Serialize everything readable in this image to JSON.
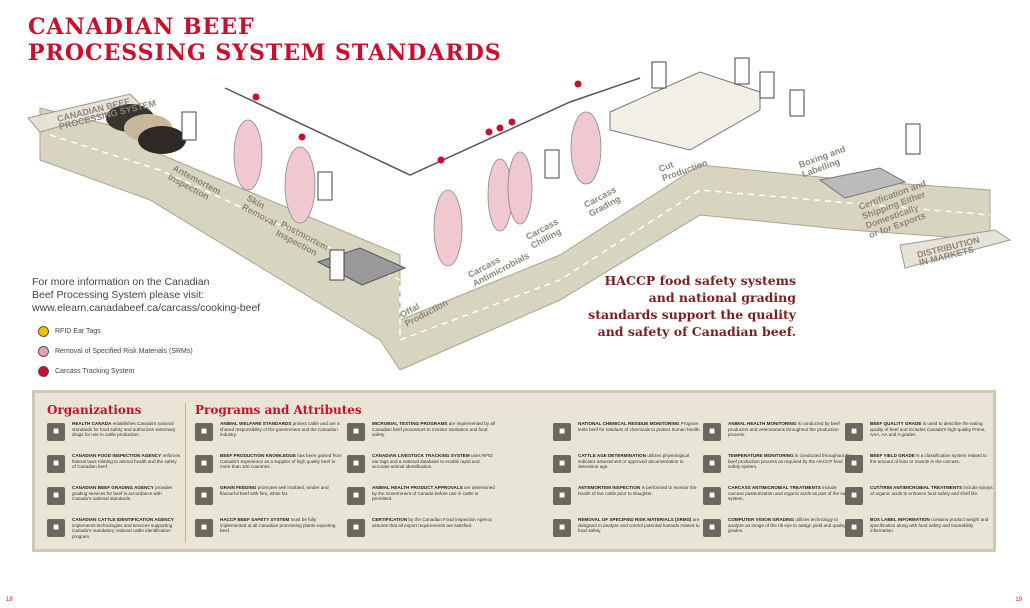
{
  "title": {
    "line1": "CANADIAN BEEF",
    "line2": "PROCESSING SYSTEM STANDARDS"
  },
  "colors": {
    "accent": "#c8102e",
    "road": "#d7d4c0",
    "panel": "#e8e4d6",
    "dark": "#6b675d"
  },
  "flow": {
    "start": [
      "CANADIAN BEEF",
      "PROCESSING SYSTEM"
    ],
    "end": [
      "DISTRIBUTION",
      "IN MARKETS"
    ],
    "steps": [
      {
        "lines": [
          "Antemortem",
          "Inspection"
        ]
      },
      {
        "lines": [
          "Skin",
          "Removal"
        ]
      },
      {
        "lines": [
          "Postmortem",
          "Inspection"
        ]
      },
      {
        "lines": [
          "Offal",
          "Production"
        ]
      },
      {
        "lines": [
          "Carcass",
          "Antimicrobials"
        ]
      },
      {
        "lines": [
          "Carcass",
          "Chilling"
        ]
      },
      {
        "lines": [
          "Carcass",
          "Grading"
        ]
      },
      {
        "lines": [
          "Cut",
          "Production"
        ]
      },
      {
        "lines": [
          "Boxing and",
          "Labelling"
        ]
      },
      {
        "lines": [
          "Certification and",
          "Shipping Either",
          "Domestically",
          "or for Exports"
        ]
      }
    ]
  },
  "info": {
    "line1": "For more information on the Canadian",
    "line2": "Beef Processing System please visit:",
    "url": "www.elearn.canadabeef.ca/carcass/cooking-beef"
  },
  "legend": [
    {
      "label": "RFID Ear Tags",
      "color": "#f2c200"
    },
    {
      "label": "Removal of Specified Risk Materials (SRMs)",
      "color": "#e6a0ad"
    },
    {
      "label": "Carcass Tracking System",
      "color": "#c8102e"
    }
  ],
  "headline": [
    "HACCP food safety systems",
    "and national grading",
    "standards support the quality",
    "and safety of Canadian beef."
  ],
  "panel": {
    "org_heading": "Organizations",
    "prog_heading": "Programs and Attributes",
    "orgs": [
      {
        "title": "HEALTH CANADA",
        "text": "establishes Canada's national standards for food safety and authorizes veterinary drugs for use in cattle production."
      },
      {
        "title": "CANADIAN FOOD INSPECTION AGENCY",
        "text": "enforces federal laws relating to animal health and the safety of Canadian beef."
      },
      {
        "title": "CANADIAN BEEF GRADING AGENCY",
        "text": "provides grading services for beef in accordance with Canada's national standards."
      },
      {
        "title": "CANADIAN CATTLE IDENTIFICATION AGENCY",
        "text": "implements technologies and services supporting Canada's mandatory national cattle identification program."
      }
    ],
    "programs": [
      [
        {
          "title": "ANIMAL WELFARE STANDARDS",
          "text": "protect cattle and are a shared responsibility of the government and the Canadian industry."
        },
        {
          "title": "BEEF PRODUCTION KNOWLEDGE",
          "text": "has been gained from Canada's experience as a supplier of high quality beef to more than 100 countries."
        },
        {
          "title": "GRAIN FEEDING",
          "text": "promotes well marbled, tender and flavourful beef with firm, white fat."
        },
        {
          "title": "HACCP BEEF SAFETY SYSTEM",
          "text": "must be fully implemented at all Canadian processing plants exporting beef."
        }
      ],
      [
        {
          "title": "MICROBIAL TESTING PROGRAMS",
          "text": "are implemented by all Canadian beef processors to monitor sanitation and food safety."
        },
        {
          "title": "CANADIAN LIVESTOCK TRACKING SYSTEM",
          "text": "uses RFID ear tags and a national database to enable rapid and accurate animal identification."
        },
        {
          "title": "ANIMAL HEALTH PRODUCT APPROVALS",
          "text": "are determined by the Government of Canada before use in cattle is permitted."
        },
        {
          "title": "CERTIFICATION",
          "text": "by the Canadian Food Inspection Agency assures that all export requirements are satisfied."
        }
      ],
      [
        {
          "title": "NATIONAL CHEMICAL RESIDUE MONITORING",
          "text": "Program tests beef for residues of chemicals to protect human health."
        },
        {
          "title": "CATTLE AGE DETERMINATION",
          "text": "utilizes physiological indicator assessment or approved documentation to determine age."
        },
        {
          "title": "ANTEMORTEM INSPECTION",
          "text": "is performed to monitor the health of live cattle prior to slaughter."
        },
        {
          "title": "REMOVAL OF SPECIFIED RISK MATERIALS (SRMS)",
          "text": "are designed to analyze and control potential hazards related to food safety."
        }
      ],
      [
        {
          "title": "ANIMAL HEALTH MONITORING",
          "text": "is conducted by beef producers and veterinarians throughout the production process."
        },
        {
          "title": "TEMPERATURE MONITORING",
          "text": "is conducted throughout the beef production process as required by the HACCP food safety system."
        },
        {
          "title": "CARCASS ANTIMICROBIAL TREATMENTS",
          "text": "include carcass pasteurization and organic acids as part of the safety system."
        },
        {
          "title": "COMPUTER VISION GRADING",
          "text": "utilizes technology to analyze an image of the rib eye to assign yield and quality grades."
        }
      ],
      [
        {
          "title": "BEEF QUALITY GRADE",
          "text": "is used to describe the eating quality of beef and includes Canada's high-quality Prime, AAA, AA and A grades."
        },
        {
          "title": "BEEF YIELD GRADE",
          "text": "is a classification system related to the amount of lean or muscle in the carcass."
        },
        {
          "title": "CUT/TRIM ANTIMICROBIAL TREATMENTS",
          "text": "include sprays of organic acids to enhance food safety and shelf life."
        },
        {
          "title": "BOX LABEL INFORMATION",
          "text": "contains product weight and specification along with food safety and traceability information."
        }
      ]
    ]
  },
  "page_numbers": {
    "left": "18",
    "right": "19"
  }
}
